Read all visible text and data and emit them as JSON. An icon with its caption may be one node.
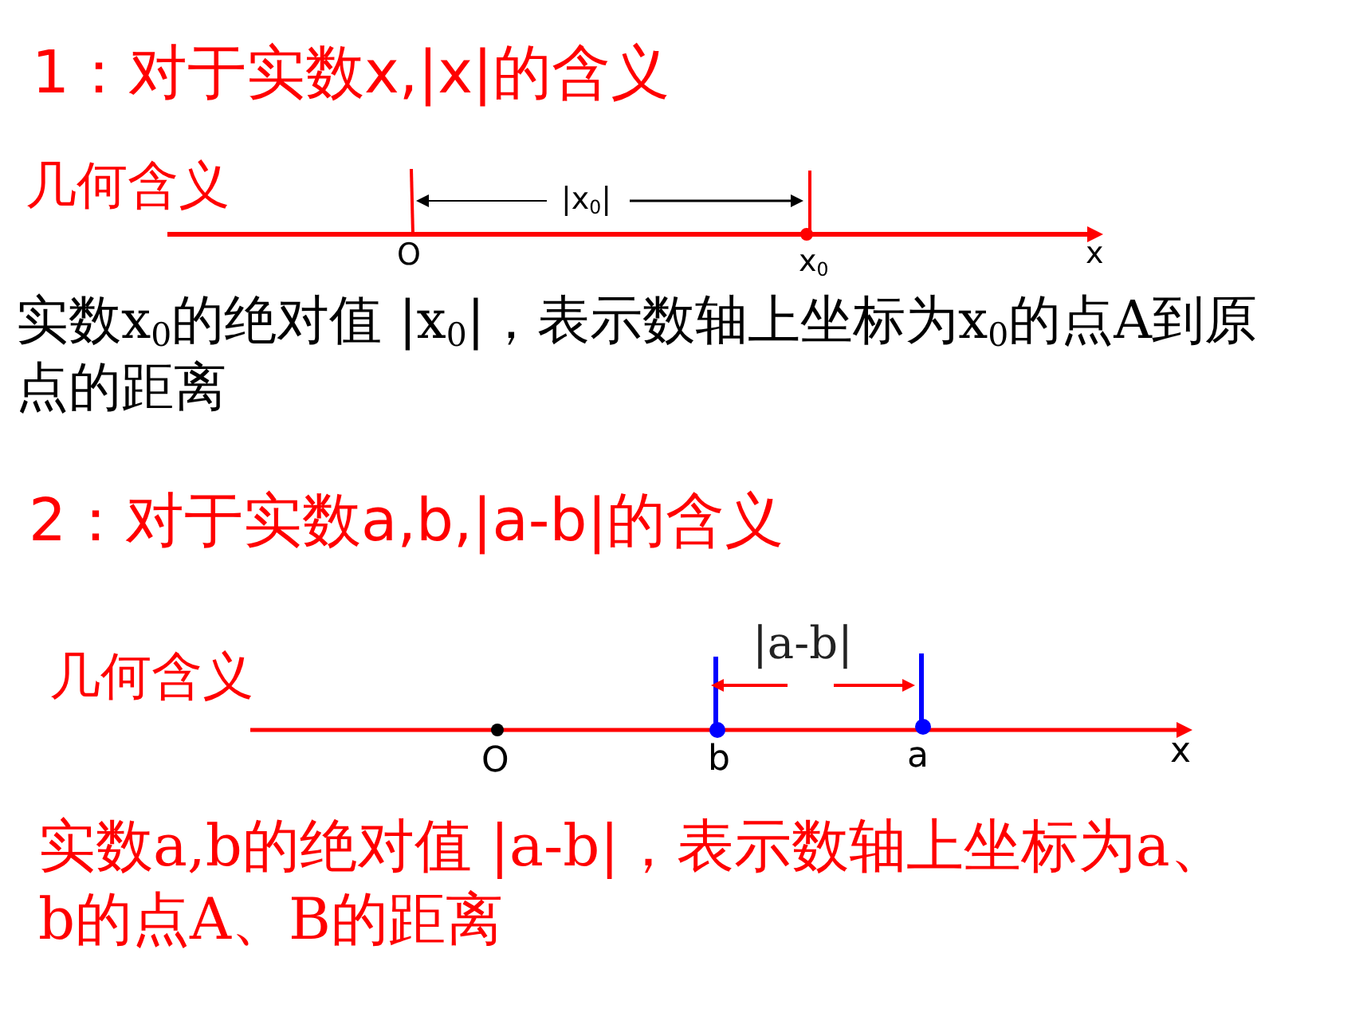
{
  "diagram": {
    "labels": [
      "1：对于实数x,|x|的含义",
      "几何含义",
      "|x$_{0}$|",
      "O",
      "x$_{0}$",
      "x",
      "实数x$_{0}$的绝对值 |x$_{0}$|，表示数轴上坐标为x$_{0}$的点A到原点的距离",
      "2：对于实数a,b,|a-b|的含义",
      "几何含义",
      "|a-b|",
      "O",
      "b",
      "a",
      "x",
      "实数a,b的绝对值 |a-b|，表示数轴上坐标为a、b的点A、B的距离"
    ]
  }
}
